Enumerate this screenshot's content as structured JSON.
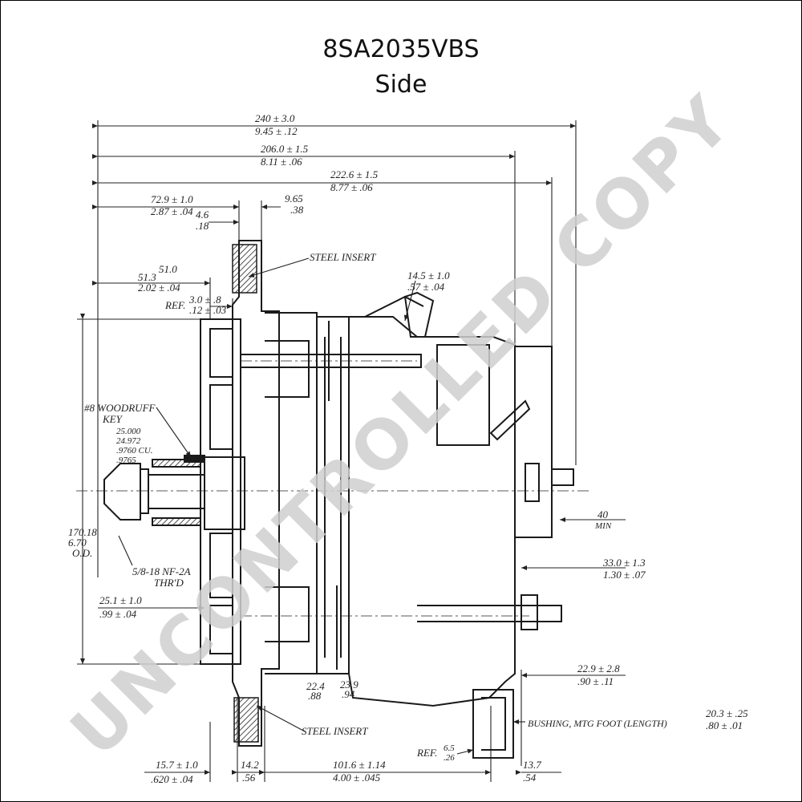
{
  "title": {
    "line1": "8SA2035VBS",
    "line2": "Side"
  },
  "watermark": {
    "text": "UNCONTROLLED COPY",
    "color": "#cfcfcf"
  },
  "dims": {
    "d240": "240 ± 3.0",
    "d945": "9.45 ± .12",
    "d206": "206.0 ± 1.5",
    "d811": "8.11 ± .06",
    "d222": "222.6 ± 1.5",
    "d877": "8.77 ± .06",
    "d729": "72.9 ± 1.0",
    "d287": "2.87 ± .04",
    "d965": "9.65",
    "d38": ".38",
    "d46": "4.6",
    "d18": ".18",
    "d510": "51.0",
    "d513": "51.3",
    "d202": "2.02 ± .04",
    "ref1": "REF.",
    "d308": "3.0 ± .8",
    "d12": ".12 ± .03",
    "d145": "14.5 ± 1.0",
    "d57": ".57 ± .04",
    "woodruff1": "#8 WOODRUFF",
    "woodruff2": "KEY",
    "key1": "25.000",
    "key2": "24.972",
    "key3": ".9760 CU.",
    "key4": ".9765",
    "d170": "170.18",
    "d670": "6.70",
    "od": "O.D.",
    "thread1": "5/8-18 NF-2A",
    "thread2": "THR'D",
    "d40": "40",
    "min": "MIN",
    "d33": "33.0 ± 1.3",
    "d130": "1.30 ± .07",
    "d251": "25.1 ± 1.0",
    "d99": ".99 ± .04",
    "d229": "22.9 ± 2.8",
    "d90": ".90 ± .11",
    "d224": "22.4",
    "d88": ".88",
    "d239": "23.9",
    "d94": ".94",
    "steel1": "STEEL INSERT",
    "steel2": "STEEL INSERT",
    "bushing": "BUSHING, MTG FOOT (LENGTH)",
    "d203": "20.3 ± .25",
    "d80": ".80 ± .01",
    "ref2": "REF.",
    "d65": "6.5",
    "d26": ".26",
    "d157": "15.7 ± 1.0",
    "d620": ".620 ± .04",
    "d142": "14.2",
    "d56": ".56",
    "d1016": "101.6 ± 1.14",
    "d400": "4.00 ± .045",
    "d137": "13.7",
    "d54": ".54"
  }
}
